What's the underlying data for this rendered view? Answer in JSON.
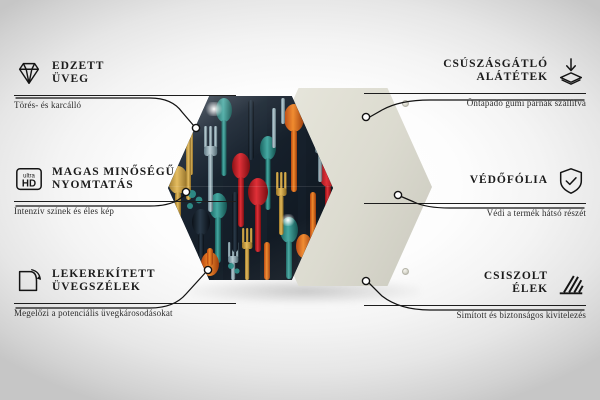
{
  "product": {
    "front_panel": {
      "name": "tempered-glass-cutting-board",
      "motif": "cutlery-pattern",
      "background_color": "#16202b",
      "accent_colors": [
        "#e2762a",
        "#2f8f8a",
        "#c8202a",
        "#d9a441",
        "#6f93a0",
        "#b8450f"
      ]
    },
    "back_panel": {
      "name": "protective-back-foil",
      "color": "#e2e1d6",
      "pads": 4,
      "pad_color": "#ded D"
    }
  },
  "features": [
    {
      "id": "tempered",
      "side": "left",
      "icon": "diamond-icon",
      "title": "EDZETT\nÜVEG",
      "subtitle": "Törés- és karcálló"
    },
    {
      "id": "print",
      "side": "left",
      "icon": "ultra-hd-badge-icon",
      "icon_text_top": "ultra",
      "icon_text_bottom": "HD",
      "title": "MAGAS MINŐSÉGŰ\nNYOMTATÁS",
      "subtitle": "Intenzív színek és éles kép"
    },
    {
      "id": "edges",
      "side": "left",
      "icon": "rounded-corner-icon",
      "title": "LEKEREKÍTETT\nÜVEGSZÉLEK",
      "subtitle": "Megelőzi a potenciális üvegkárosodásokat"
    },
    {
      "id": "antislip",
      "side": "right",
      "icon": "press-down-pad-icon",
      "title": "CSÚSZÁSGÁTLÓ\nALÁTÉTEK",
      "subtitle": "Öntapadó gumi párnák szállítva"
    },
    {
      "id": "foil",
      "side": "right",
      "icon": "shield-check-icon",
      "title": "VÉDŐFÓLIA",
      "subtitle": "Védi a termék hátsó részét"
    },
    {
      "id": "polished",
      "side": "right",
      "icon": "hatched-edge-icon",
      "title": "CSISZOLT\nÉLEK",
      "subtitle": "Simított és biztonságos kivitelezés"
    }
  ],
  "colors": {
    "line": "#1d1d1d",
    "title": "#1b1b1b",
    "subtitle": "#2c2c2c",
    "background_center": "#ffffff",
    "background_edge": "#c6c6c6"
  }
}
